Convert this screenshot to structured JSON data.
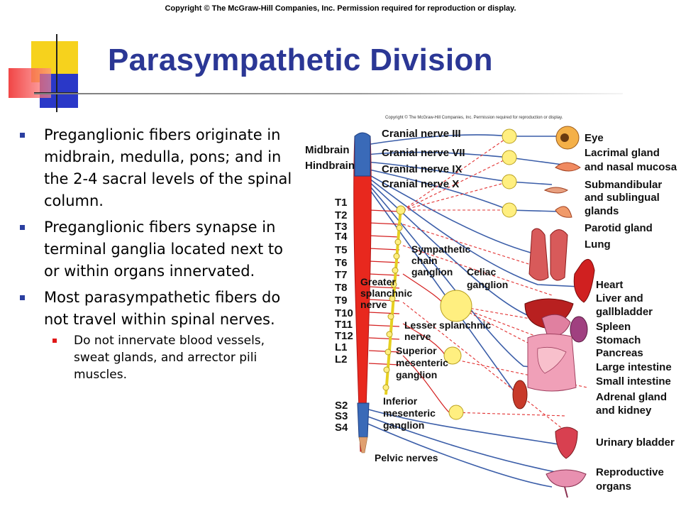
{
  "copyright": "Copyright © The McGraw-Hill Companies, Inc. Permission required for reproduction or display.",
  "title": "Parasympathetic Division",
  "bullets": [
    "Preganglionic fibers originate in midbrain, medulla, pons; and in the 2-4 sacral levels of the spinal column.",
    "Preganglionic fibers synapse in terminal ganglia located next to or within organs innervated.",
    "Most parasympathetic fibers do not travel within spinal nerves."
  ],
  "sub_bullets": [
    "Do not innervate blood vessels, sweat glands, and arrector pili muscles."
  ],
  "diagram": {
    "copyright": "Copyright © The McGraw-Hill Companies, Inc. Permission required for reproduction or display.",
    "regions": [
      "Midbrain",
      "Hindbrain"
    ],
    "cranial_nerves": [
      "Cranial nerve III",
      "Cranial nerve VII",
      "Cranial nerve IX",
      "Cranial nerve X"
    ],
    "thoracic_levels": [
      "T1",
      "T2",
      "T3",
      "T4",
      "T5",
      "T6",
      "T7",
      "T8",
      "T9",
      "T10",
      "T11",
      "T12",
      "L1",
      "L2"
    ],
    "sacral_levels": [
      "S2",
      "S3",
      "S4"
    ],
    "structures": {
      "sympathetic_chain": [
        "Sympathetic",
        "chain",
        "ganglion"
      ],
      "celiac": [
        "Celiac",
        "ganglion"
      ],
      "greater_splanchnic": [
        "Greater",
        "splanchnic",
        "nerve"
      ],
      "lesser_splanchnic": [
        "Lesser splanchnic",
        "nerve"
      ],
      "superior_mesenteric": [
        "Superior",
        "mesenteric",
        "ganglion"
      ],
      "inferior_mesenteric": [
        "Inferior",
        "mesenteric",
        "ganglion"
      ],
      "pelvic": "Pelvic nerves"
    },
    "organs": [
      "Eye",
      "Lacrimal gland",
      "and nasal mucosa",
      "Submandibular",
      "and sublingual",
      "glands",
      "Parotid gland",
      "Lung",
      "Heart",
      "Liver and",
      "gallbladder",
      "Spleen",
      "Stomach",
      "Pancreas",
      "Large intestine",
      "Small intestine",
      "Adrenal gland",
      "and kidney",
      "Urinary bladder",
      "Reproductive",
      "organs"
    ],
    "colors": {
      "parasympathetic": "#3a5da8",
      "sympathetic": "#e23030",
      "cord": "#e8281e",
      "brainstem": "#3a6ab8",
      "ganglion": "#ffef80"
    }
  }
}
